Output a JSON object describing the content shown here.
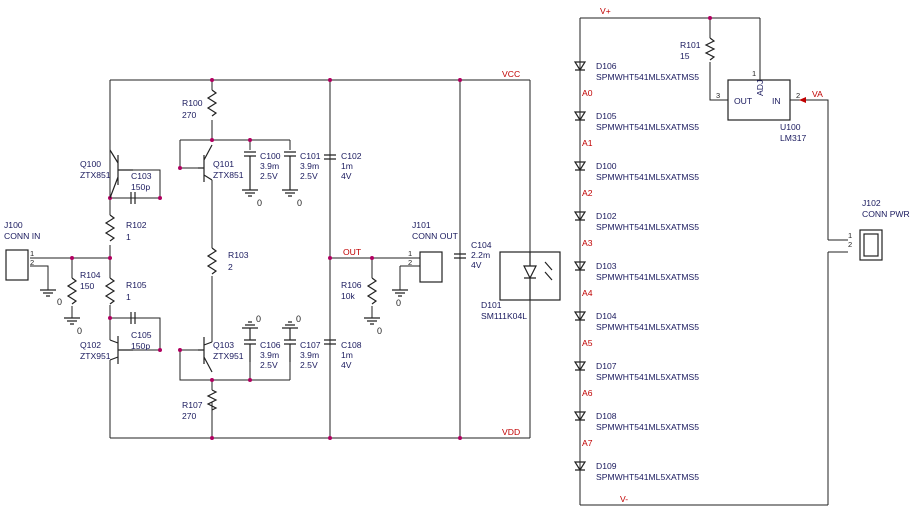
{
  "nets": {
    "vplus": "V+",
    "vminus": "V-",
    "vcc": "VCC",
    "vdd": "VDD",
    "out": "OUT",
    "va": "VA",
    "a0": "A0",
    "a1": "A1",
    "a2": "A2",
    "a3": "A3",
    "a4": "A4",
    "a5": "A5",
    "a6": "A6",
    "a7": "A7"
  },
  "ground": "0",
  "pins": {
    "p1": "1",
    "p2": "2",
    "p3": "3"
  },
  "u100": {
    "ref": "U100",
    "value": "LM317",
    "out": "OUT",
    "in": "IN",
    "adj": "ADJ"
  },
  "connectors": {
    "j100": {
      "ref": "J100",
      "name": "CONN IN"
    },
    "j101": {
      "ref": "J101",
      "name": "CONN OUT"
    },
    "j102": {
      "ref": "J102",
      "name": "CONN PWR"
    }
  },
  "resistors": {
    "r100": {
      "ref": "R100",
      "value": "270"
    },
    "r101": {
      "ref": "R101",
      "value": "15"
    },
    "r102": {
      "ref": "R102",
      "value": "1"
    },
    "r103": {
      "ref": "R103",
      "value": "2"
    },
    "r104": {
      "ref": "R104",
      "value": "150"
    },
    "r105": {
      "ref": "R105",
      "value": "1"
    },
    "r106": {
      "ref": "R106",
      "value": "10k"
    },
    "r107": {
      "ref": "R107",
      "value": "270"
    }
  },
  "capacitors": {
    "c100": {
      "ref": "C100",
      "value": "3.9m",
      "rating": "2.5V"
    },
    "c101": {
      "ref": "C101",
      "value": "3.9m",
      "rating": "2.5V"
    },
    "c102": {
      "ref": "C102",
      "value": "1m",
      "rating": "4V"
    },
    "c103": {
      "ref": "C103",
      "value": "150p"
    },
    "c104": {
      "ref": "C104",
      "value": "2.2m",
      "rating": "4V"
    },
    "c105": {
      "ref": "C105",
      "value": "150p"
    },
    "c106": {
      "ref": "C106",
      "value": "3.9m",
      "rating": "2.5V"
    },
    "c107": {
      "ref": "C107",
      "value": "3.9m",
      "rating": "2.5V"
    },
    "c108": {
      "ref": "C108",
      "value": "1m",
      "rating": "4V"
    }
  },
  "transistors": {
    "q100": {
      "ref": "Q100",
      "value": "ZTX851"
    },
    "q101": {
      "ref": "Q101",
      "value": "ZTX851"
    },
    "q102": {
      "ref": "Q102",
      "value": "ZTX951"
    },
    "q103": {
      "ref": "Q103",
      "value": "ZTX951"
    }
  },
  "d101": {
    "ref": "D101",
    "value": "SM111K04L"
  },
  "diodes": [
    {
      "ref": "D106",
      "value": "SPMWHT541ML5XATMS5"
    },
    {
      "ref": "D105",
      "value": "SPMWHT541ML5XATMS5"
    },
    {
      "ref": "D100",
      "value": "SPMWHT541ML5XATMS5"
    },
    {
      "ref": "D102",
      "value": "SPMWHT541ML5XATMS5"
    },
    {
      "ref": "D103",
      "value": "SPMWHT541ML5XATMS5"
    },
    {
      "ref": "D104",
      "value": "SPMWHT541ML5XATMS5"
    },
    {
      "ref": "D107",
      "value": "SPMWHT541ML5XATMS5"
    },
    {
      "ref": "D108",
      "value": "SPMWHT541ML5XATMS5"
    },
    {
      "ref": "D109",
      "value": "SPMWHT541ML5XATMS5"
    }
  ],
  "colors": {
    "wire": "#222222",
    "junction": "#b00060",
    "net_label": "#c00000",
    "part_label": "#1a1a5e"
  }
}
